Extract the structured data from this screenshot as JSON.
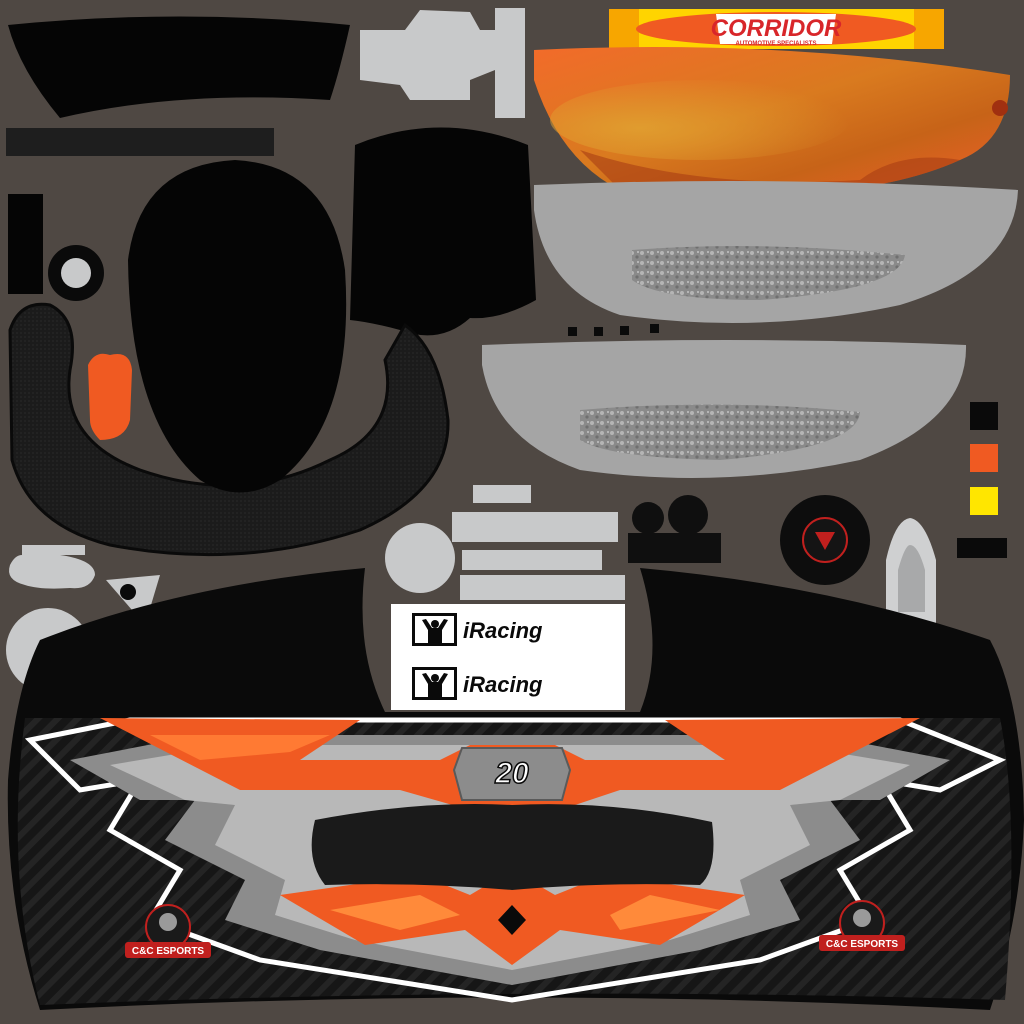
{
  "texture": {
    "background_color": "#4f4843",
    "palette": {
      "orange": "#f05a22",
      "black": "#0a0a0a",
      "yellow": "#ffe600",
      "light_gray": "#c8c9ca",
      "mid_gray": "#9a9a9a",
      "dark_gray": "#1e1e1e"
    }
  },
  "decals": {
    "sponsor_banner_text": "CORRIDOR",
    "sponsor_banner_subtext": "AUTOMOTIVE SPECIALISTS",
    "iracing_logo_top": "iRacing",
    "iracing_logo_bottom": "iRacing",
    "car_number": "20",
    "team_logo_left": "C&C ESPORTS",
    "team_logo_right": "C&C ESPORTS"
  },
  "swatches": [
    "#0a0a0a",
    "#f05a22",
    "#ffe600",
    "#0a0a0a"
  ]
}
